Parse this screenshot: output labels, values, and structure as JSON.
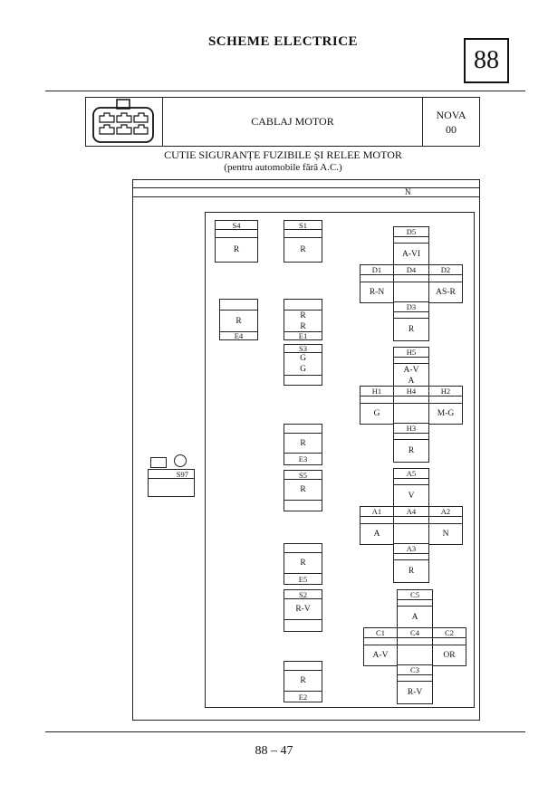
{
  "header": {
    "title": "SCHEME ELECTRICE",
    "page_box": "88"
  },
  "connector_table": {
    "name": "CABLAJ MOTOR",
    "code_line1": "NOVA",
    "code_line2": "00"
  },
  "diagram": {
    "title": "CUTIE SIGURANȚE FUZIBILE ȘI RELEE MOTOR",
    "subtitle": "(pentru automobile fără A.C.)",
    "top_strip_wire": "N",
    "fuses": {
      "s4": {
        "label": "S4",
        "wire": "R"
      },
      "s1": {
        "label": "S1",
        "wire": "R"
      },
      "e4": {
        "label": "E4",
        "wire": "R"
      },
      "e1": {
        "label": "E1",
        "wire": "R\nR"
      },
      "s3": {
        "label": "S3",
        "wire": "G\nG"
      },
      "e3": {
        "label": "E3",
        "wire": "R"
      },
      "s5": {
        "label": "S5",
        "wire": "R"
      },
      "e5": {
        "label": "E5",
        "wire": "R"
      },
      "s2": {
        "label": "S2",
        "wire": "R-V"
      },
      "e2": {
        "label": "E2",
        "wire": "R"
      },
      "s97": {
        "label": "S97"
      }
    },
    "relays": {
      "d": {
        "top": {
          "label": "D5",
          "wire": "A-VI"
        },
        "left": {
          "label": "D1",
          "wire": "R-N"
        },
        "center": {
          "label": "D4",
          "wire": ""
        },
        "right": {
          "label": "D2",
          "wire": "AS-R"
        },
        "bottom": {
          "label": "D3",
          "wire": "R"
        }
      },
      "h": {
        "top": {
          "label": "H5",
          "wire": "A-V\nA"
        },
        "left": {
          "label": "H1",
          "wire": "G"
        },
        "center": {
          "label": "H4",
          "wire": ""
        },
        "right": {
          "label": "H2",
          "wire": "M-G"
        },
        "bottom": {
          "label": "H3",
          "wire": "R"
        }
      },
      "a": {
        "top": {
          "label": "A5",
          "wire": "V"
        },
        "left": {
          "label": "A1",
          "wire": "A"
        },
        "center": {
          "label": "A4",
          "wire": ""
        },
        "right": {
          "label": "A2",
          "wire": "N"
        },
        "bottom": {
          "label": "A3",
          "wire": "R"
        }
      },
      "c": {
        "top": {
          "label": "C5",
          "wire": "A"
        },
        "left": {
          "label": "C1",
          "wire": "A-V"
        },
        "center": {
          "label": "C4",
          "wire": ""
        },
        "right": {
          "label": "C2",
          "wire": "OR"
        },
        "bottom": {
          "label": "C3",
          "wire": "R-V"
        }
      }
    }
  },
  "footer": {
    "page_number": "88 – 47"
  }
}
